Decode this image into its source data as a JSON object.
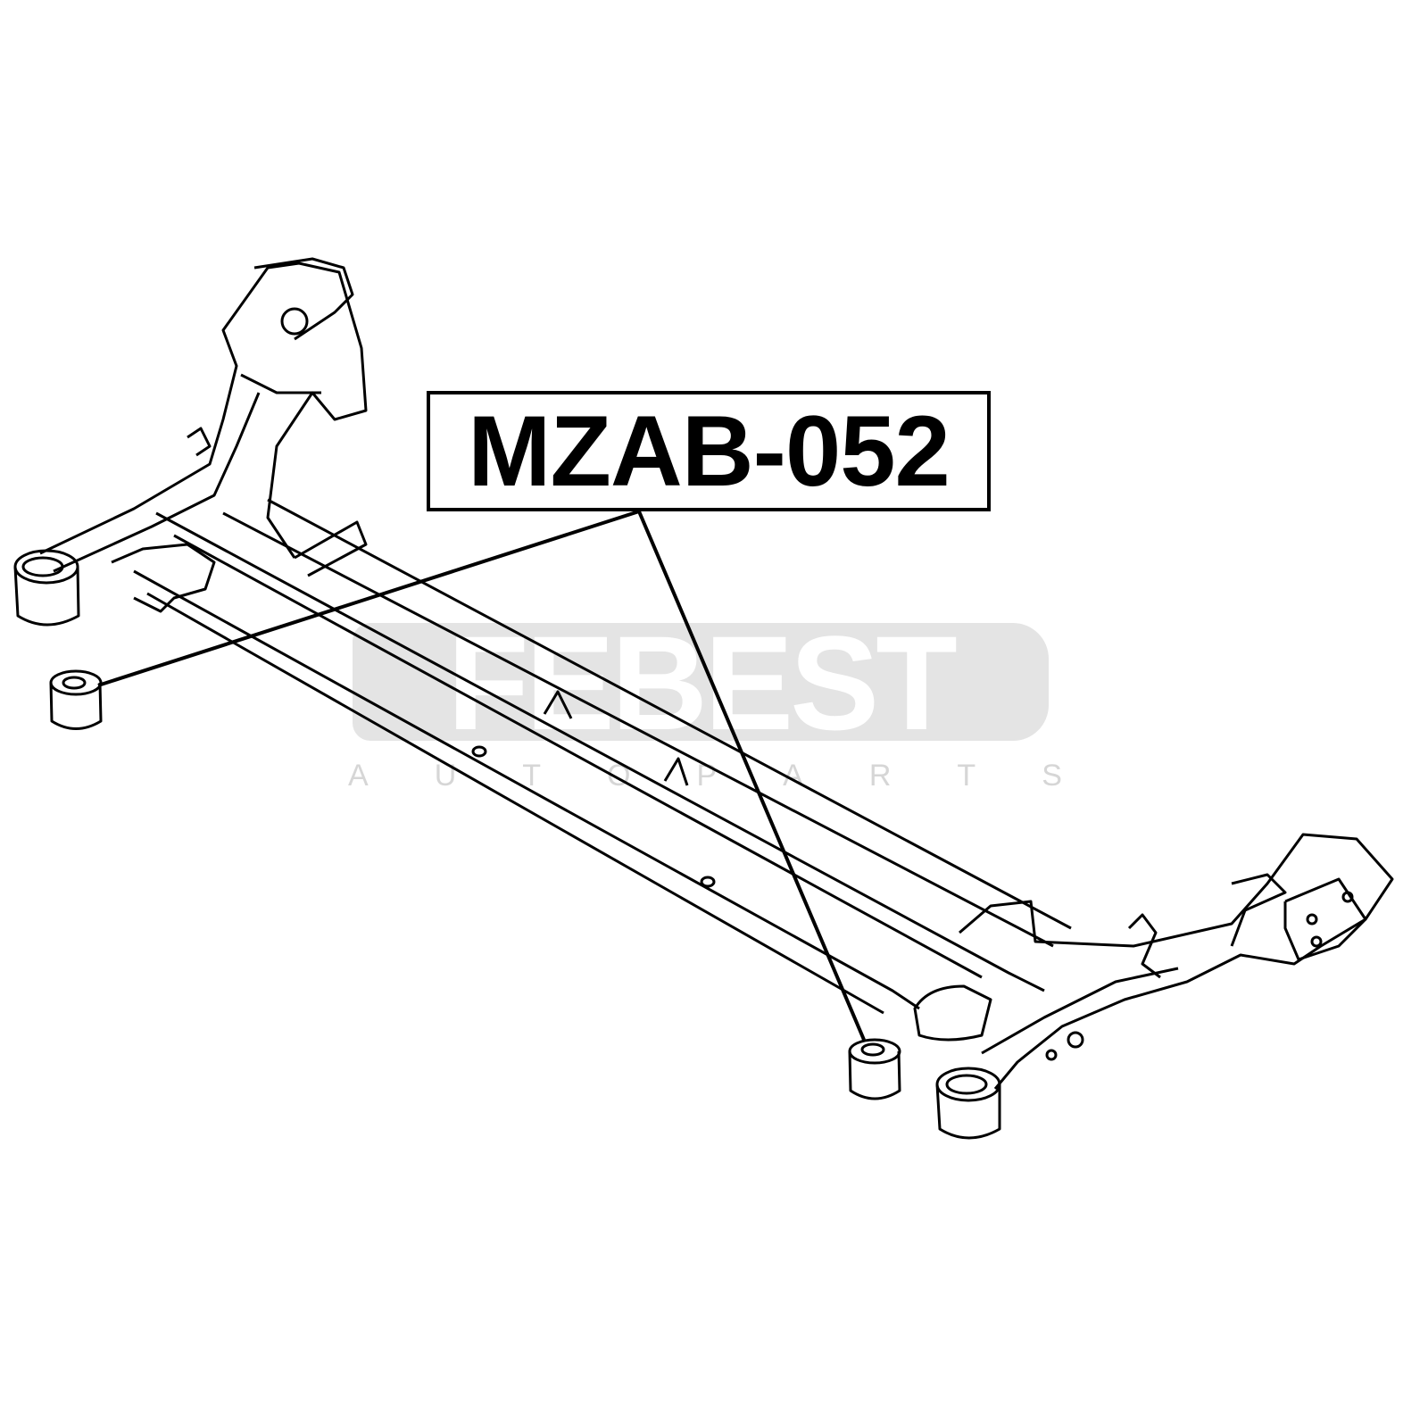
{
  "part_label": "MZAB-052",
  "watermark": {
    "brand": "FEBEST",
    "subtitle_letters": [
      "A",
      "U",
      "T",
      "O",
      "P",
      "A",
      "R",
      "T",
      "S"
    ]
  },
  "colors": {
    "line": "#000000",
    "watermark_bg": "#e4e4e4"
  }
}
